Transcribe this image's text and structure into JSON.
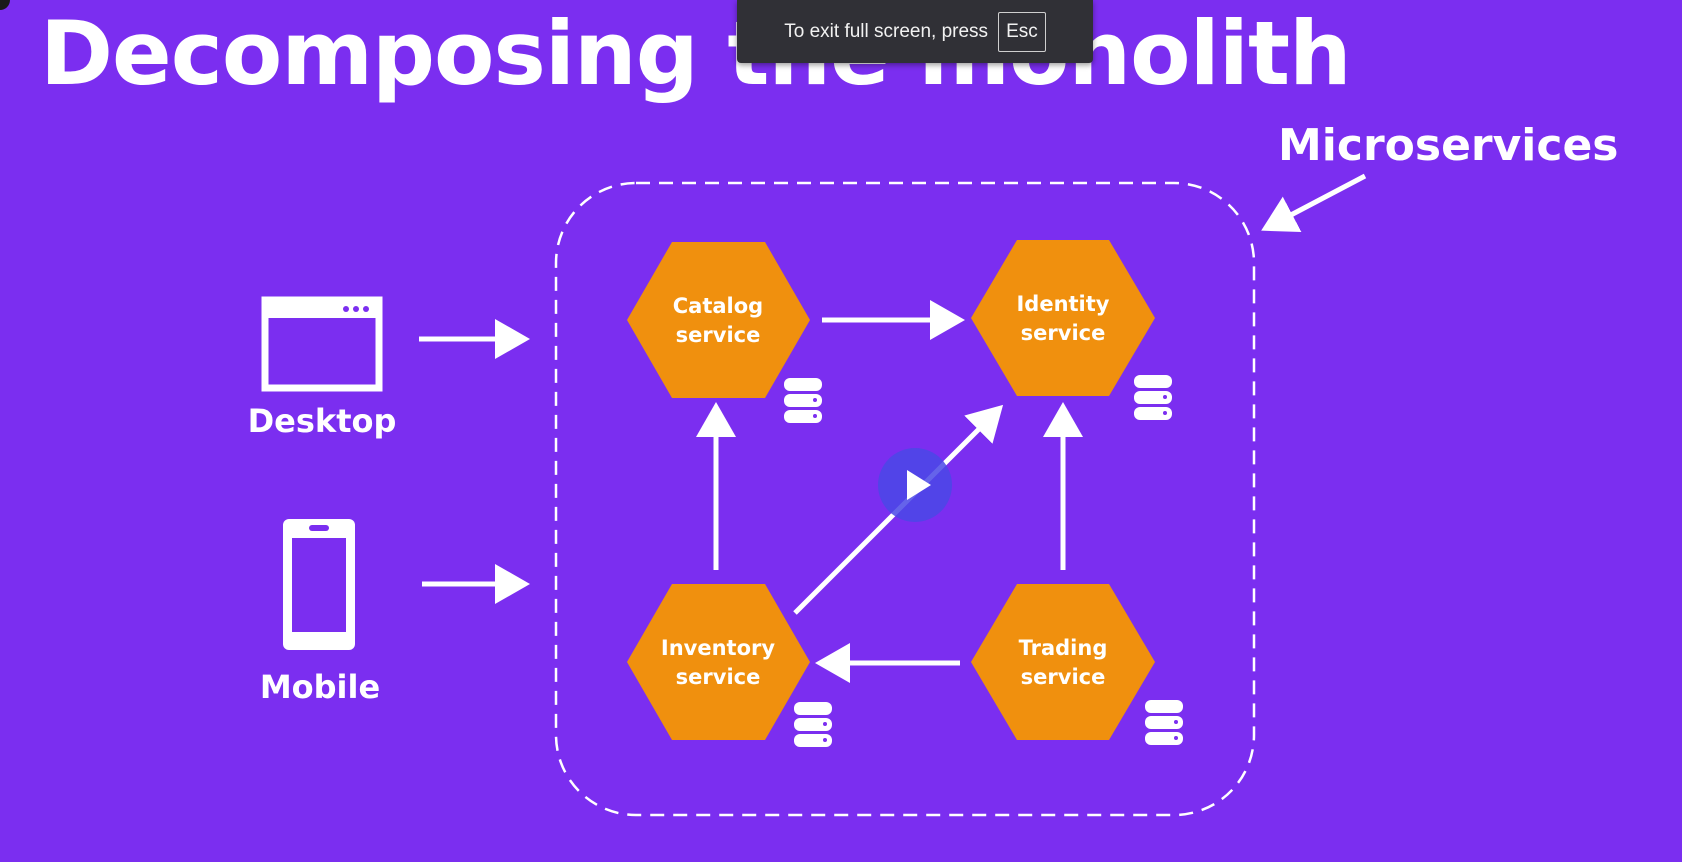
{
  "slide": {
    "title": "Decomposing the monolith",
    "callout": "Microservices"
  },
  "clients": [
    {
      "label": "Desktop",
      "icon": "desktop-window-icon"
    },
    {
      "label": "Mobile",
      "icon": "mobile-phone-icon"
    }
  ],
  "services": [
    {
      "line1": "Catalog",
      "line2": "service"
    },
    {
      "line1": "Identity",
      "line2": "service"
    },
    {
      "line1": "Inventory",
      "line2": "service"
    },
    {
      "line1": "Trading",
      "line2": "service"
    }
  ],
  "fullscreen_toast": {
    "message": "To exit full screen, press",
    "key": "Esc"
  },
  "colors": {
    "background": "#7b2ef0",
    "hexagon": "#f0900e",
    "play_button": "#4a48e6",
    "toast": "#303036"
  },
  "icons": [
    "database-icon",
    "play-icon",
    "arrow-icon"
  ]
}
